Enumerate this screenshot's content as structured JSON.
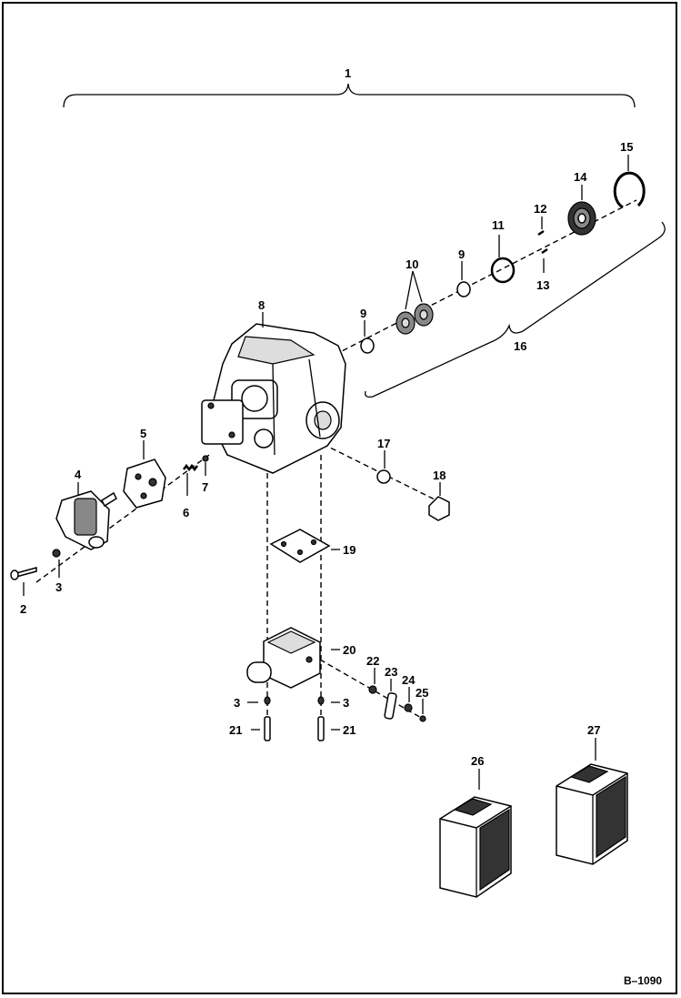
{
  "diagram": {
    "labels": {
      "n1": "1",
      "n2": "2",
      "n3a": "3",
      "n3b": "3",
      "n3c": "3",
      "n4": "4",
      "n5": "5",
      "n6": "6",
      "n7": "7",
      "n8": "8",
      "n9a": "9",
      "n9b": "9",
      "n10": "10",
      "n11": "11",
      "n12": "12",
      "n13": "13",
      "n14": "14",
      "n15": "15",
      "n16": "16",
      "n17": "17",
      "n18": "18",
      "n19": "19",
      "n20": "20",
      "n21a": "21",
      "n21b": "21",
      "n22": "22",
      "n23": "23",
      "n24": "24",
      "n25": "25",
      "n26": "26",
      "n27": "27"
    },
    "reference": "B–1090"
  }
}
